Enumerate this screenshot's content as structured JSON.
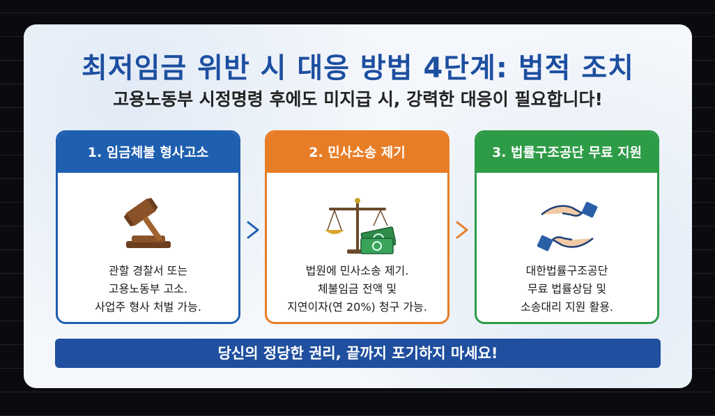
{
  "title": "최저임금 위반 시 대응 방법 4단계: 법적 조치",
  "subtitle": "고용노동부 시정명령 후에도 미지급 시, 강력한 대응이 필요합니다!",
  "steps": [
    {
      "header": "1. 임금체불 형사고소",
      "icon": "gavel-icon",
      "text": "관할 경찰서 또는\n고용노동부 고소.\n사업주 형사 처벌 가능.",
      "color": "#1f5fb0"
    },
    {
      "header": "2. 민사소송 제기",
      "icon": "scales-money-icon",
      "text": "법원에 민사소송 제기.\n체불임금 전액 및\n지연이자(연 20%) 청구 가능.",
      "color": "#e87d27"
    },
    {
      "header": "3. 법률구조공단 무료 지원",
      "icon": "helping-hands-icon",
      "text": "대한법률구조공단\n무료 법률상담 및\n소송대리 지원 활용.",
      "color": "#2e9b47"
    }
  ],
  "banner": "당신의 정당한 권리, 끝까지 포기하지 마세요!"
}
